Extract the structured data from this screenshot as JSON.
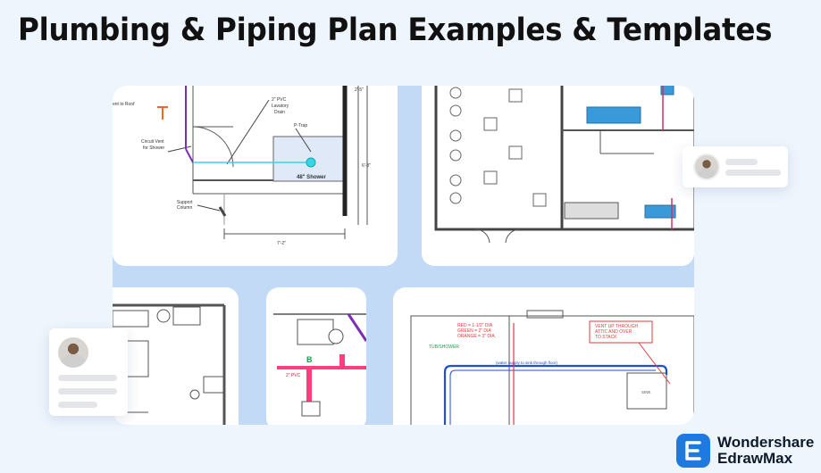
{
  "title": "Plumbing & Piping Plan Examples & Templates",
  "brand": {
    "line1": "Wondershare",
    "line2": "EdrawMax",
    "color": "#1f7ae0"
  },
  "colors": {
    "background": "#eef5fd",
    "collage": "#c3daf7",
    "pipe_cyan": "#35d6e8",
    "pipe_pink": "#ff3d7f",
    "pipe_purple": "#7b2fb5",
    "accent_blue": "#1f6cd6",
    "red_note": "#e23b3b"
  },
  "plan1": {
    "vent": "ent to Roof",
    "pvc": "2\" PVC",
    "lavatory": "Lavatory",
    "drain": "Drain",
    "ptrap": "P-Trap",
    "circuit1": "Circuit Vent",
    "circuit2": "for Shower",
    "shower": "48\" Shower",
    "support1": "Support",
    "support2": "Column",
    "dim_bottom": "7'-2\"",
    "dim_right": "6'-8\"",
    "dim_top": "2'-5\""
  },
  "plan5": {
    "b": "B",
    "pvc": "2\" PVC"
  },
  "plan6": {
    "legend1": "RED = 1-1/2\" DIA",
    "legend2": "GREEN = 2\" DIA",
    "legend3": "ORANGE = 3\" DIA.",
    "tub": "TUB/SHOWER",
    "note1": "VENT UP THROUGH",
    "note2": "ATTIC AND OVER",
    "note3": "TO STACK",
    "supply": "(water supply to sink through floor)",
    "sink": "SINK"
  }
}
